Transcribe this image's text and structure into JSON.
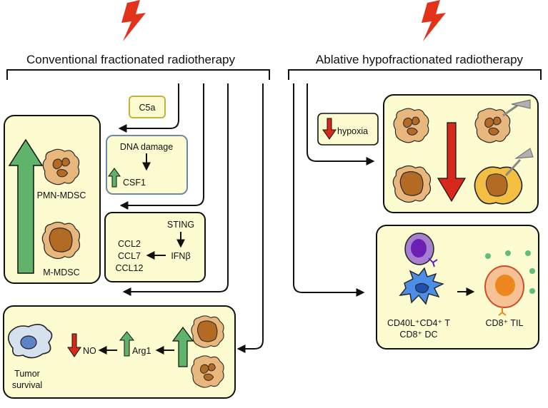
{
  "headers": {
    "left": "Conventional fractionated radiotherapy",
    "right": "Ablative hypofractionated radiotherapy"
  },
  "left_panel": {
    "c5a": "C5a",
    "dna_damage": "DNA damage",
    "csf1": "CSF1",
    "sting": "STING",
    "ifnb": "IFNβ",
    "ccl2": "CCL2",
    "ccl7": "CCL7",
    "ccl12": "CCL12",
    "pmn_mdsc": "PMN-MDSC",
    "m_mdsc": "M-MDSC",
    "arg1": "Arg1",
    "no": "NO",
    "tumor_survival_line1": "Tumor",
    "tumor_survival_line2": "survival"
  },
  "right_panel": {
    "hypoxia": "hypoxia",
    "t_cell_line1": "CD40L⁺CD4⁺ T",
    "dc_line2": "CD8⁺ DC",
    "til": "CD8⁺ TIL"
  },
  "colors": {
    "bolt": "#e2321b",
    "up_arrow": "#5fb36a",
    "down_arrow": "#d7281c",
    "box_fill": "#fdfbd0",
    "c5a_border": "#c4b23f",
    "dna_border": "#6e88ab",
    "mdsc_fill": "#e8b77d",
    "nucleus": "#b36a22",
    "tumor_cell": "#d6e1ee",
    "tumor_nucleus": "#5a86c7",
    "dc_cell": "#4c8ee6",
    "t_cell": "#a77fd0",
    "t_nucleus": "#6c1fb3",
    "til_cell": "#f6c195",
    "til_nucleus": "#ec861d",
    "green_dot": "#5fbe78"
  },
  "icons": [
    "lightning-bolt-icon",
    "mdsc-cell-icon",
    "tumor-cell-icon",
    "dendritic-cell-icon",
    "t-cell-icon",
    "receptor-icon"
  ]
}
